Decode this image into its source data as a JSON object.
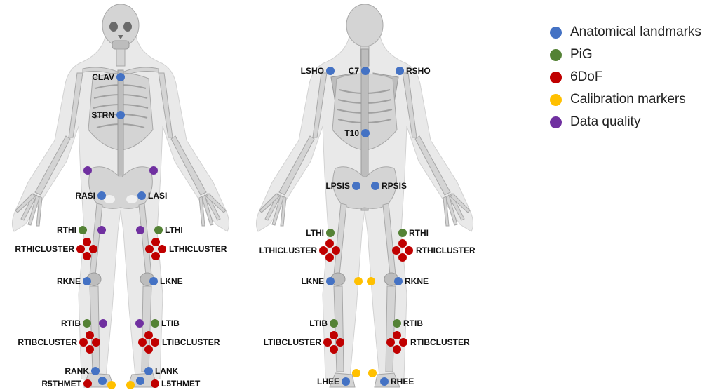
{
  "legend": [
    {
      "label": "Anatomical landmarks",
      "color": "#4472c4",
      "category": "anatomical"
    },
    {
      "label": "PiG",
      "color": "#548235",
      "category": "pig"
    },
    {
      "label": "6DoF",
      "color": "#c00000",
      "category": "sixdof"
    },
    {
      "label": "Calibration markers",
      "color": "#ffc000",
      "category": "calibration"
    },
    {
      "label": "Data quality",
      "color": "#7030a0",
      "category": "quality"
    }
  ],
  "front_view": {
    "markers": [
      {
        "label": "CLAV",
        "category": "anatomical"
      },
      {
        "label": "STRN",
        "category": "anatomical"
      },
      {
        "label": "RASI",
        "category": "anatomical"
      },
      {
        "label": "LASI",
        "category": "anatomical"
      },
      {
        "label": "RTHI",
        "category": "pig"
      },
      {
        "label": "LTHI",
        "category": "pig"
      },
      {
        "label": "RTHICLUSTER",
        "category": "sixdof"
      },
      {
        "label": "LTHICLUSTER",
        "category": "sixdof"
      },
      {
        "label": "RKNE",
        "category": "anatomical"
      },
      {
        "label": "LKNE",
        "category": "anatomical"
      },
      {
        "label": "RTIB",
        "category": "pig"
      },
      {
        "label": "LTIB",
        "category": "pig"
      },
      {
        "label": "RTIBCLUSTER",
        "category": "sixdof"
      },
      {
        "label": "LTIBCLUSTER",
        "category": "sixdof"
      },
      {
        "label": "RANK",
        "category": "anatomical"
      },
      {
        "label": "LANK",
        "category": "anatomical"
      },
      {
        "label": "R5THMET",
        "category": "sixdof"
      },
      {
        "label": "L5THMET",
        "category": "sixdof"
      }
    ]
  },
  "back_view": {
    "markers": [
      {
        "label": "LSHO",
        "category": "anatomical"
      },
      {
        "label": "C7",
        "category": "anatomical"
      },
      {
        "label": "RSHO",
        "category": "anatomical"
      },
      {
        "label": "T10",
        "category": "anatomical"
      },
      {
        "label": "LPSIS",
        "category": "anatomical"
      },
      {
        "label": "RPSIS",
        "category": "anatomical"
      },
      {
        "label": "LTHI",
        "category": "pig"
      },
      {
        "label": "RTHI",
        "category": "pig"
      },
      {
        "label": "LTHICLUSTER",
        "category": "sixdof"
      },
      {
        "label": "RTHICLUSTER",
        "category": "sixdof"
      },
      {
        "label": "LKNE",
        "category": "anatomical"
      },
      {
        "label": "RKNE",
        "category": "anatomical"
      },
      {
        "label": "LTIB",
        "category": "pig"
      },
      {
        "label": "RTIB",
        "category": "pig"
      },
      {
        "label": "LTIBCLUSTER",
        "category": "sixdof"
      },
      {
        "label": "RTIBCLUSTER",
        "category": "sixdof"
      },
      {
        "label": "LHEE",
        "category": "anatomical"
      },
      {
        "label": "RHEE",
        "category": "anatomical"
      }
    ]
  }
}
